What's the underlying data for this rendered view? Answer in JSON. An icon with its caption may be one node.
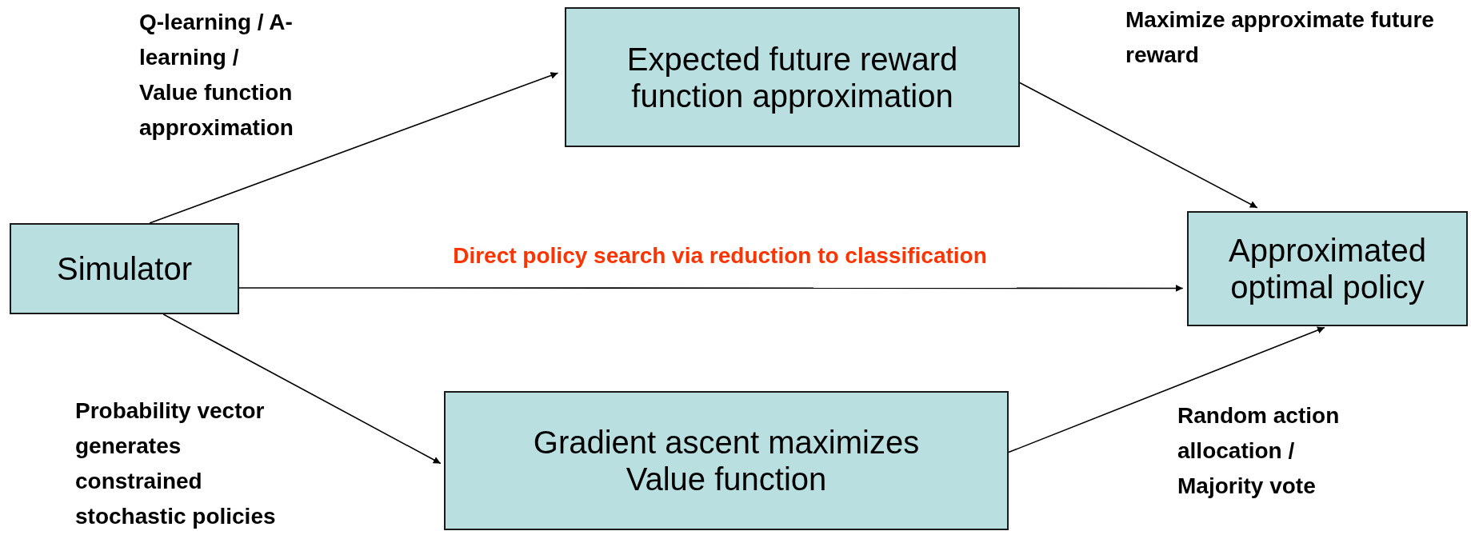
{
  "diagram": {
    "nodes": [
      {
        "text": [
          "Simulator"
        ]
      },
      {
        "text": [
          "Expected future reward function approximation"
        ]
      },
      {
        "text": [
          "Approximated optimal policy"
        ]
      },
      {
        "text": [
          "Gradient ascent maximizes Value function"
        ]
      }
    ],
    "edges": [
      {
        "from": 0,
        "to": 1,
        "arrow": "to",
        "label": "Q-learning / A-learning / Value function approximation"
      },
      {
        "from": 1,
        "to": 2,
        "arrow": "to",
        "label": "Maximize approximate future reward"
      },
      {
        "from": 0,
        "to": 2,
        "arrow": "to",
        "label": "Direct policy search via reduction to classification"
      },
      {
        "from": 0,
        "to": 3,
        "arrow": "to",
        "label": "Probability vector generates constrained stochastic policies"
      },
      {
        "from": 3,
        "to": 2,
        "arrow": "to",
        "label": "Random action allocation / Majority vote"
      }
    ]
  }
}
